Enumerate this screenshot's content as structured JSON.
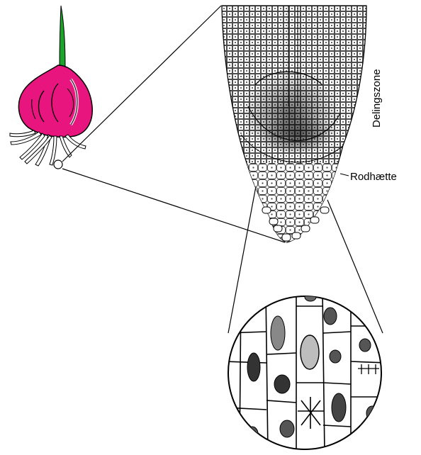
{
  "labels": {
    "division_zone": "Delingszone",
    "root_cap": "Rodhætte"
  },
  "colors": {
    "bulb": "#e8157f",
    "stem": "#1aa52a",
    "ink": "#000000",
    "tissue": "#2b2b2b"
  },
  "icons": {
    "bulb": "onion-bulb-icon",
    "root_tip": "root-tip-illustration",
    "cells": "cell-magnifier-illustration"
  }
}
